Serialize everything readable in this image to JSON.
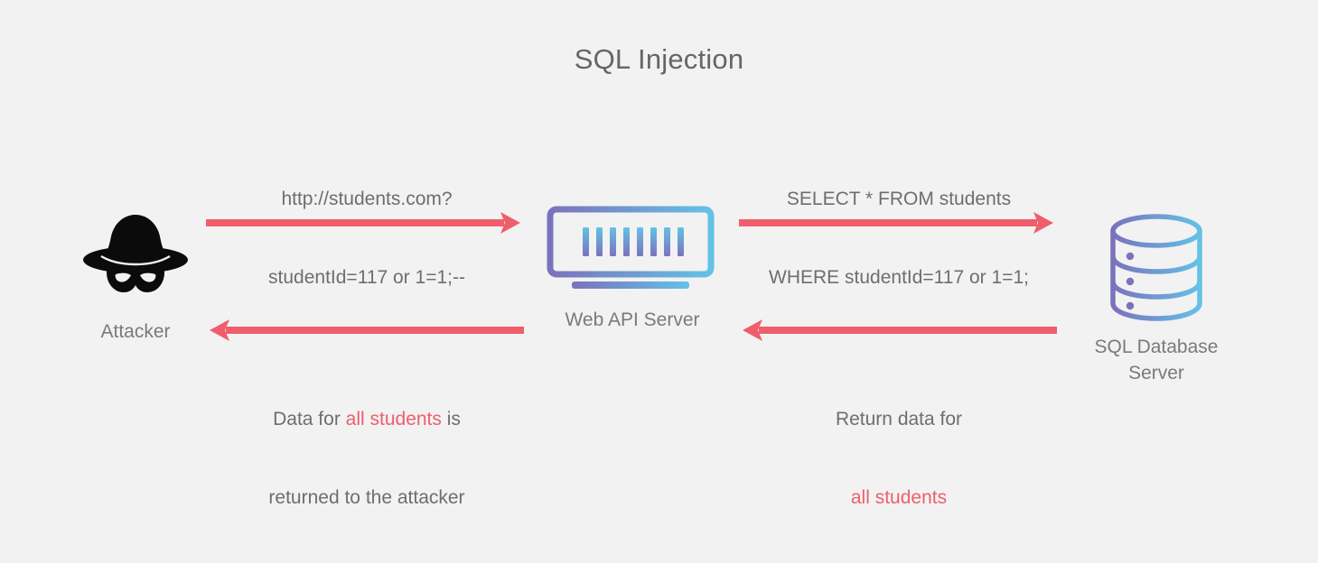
{
  "diagram": {
    "title": "SQL Injection",
    "background_color": "#f2f2f2",
    "text_color": "#6e6e6e",
    "accent_color": "#ef5e6c",
    "gradient_start": "#7b72bd",
    "gradient_end": "#63c2e5"
  },
  "nodes": {
    "attacker": {
      "caption": "Attacker",
      "icon": "attacker-hat-mask-icon"
    },
    "server": {
      "caption": "Web API Server",
      "icon": "web-api-server-icon"
    },
    "database": {
      "caption": "SQL Database\nServer",
      "icon": "sql-database-cylinder-icon"
    }
  },
  "flows": [
    {
      "id": "request",
      "direction": "right",
      "from": "attacker",
      "to": "server",
      "position": "top",
      "line1": "http://students.com?",
      "line2": "studentId=117 or 1=1;--",
      "arrow_color": "#ef5e6c"
    },
    {
      "id": "query",
      "direction": "right",
      "from": "server",
      "to": "database",
      "position": "top",
      "line1": "SELECT * FROM students",
      "line2": "WHERE studentId=117 or 1=1;",
      "arrow_color": "#ef5e6c"
    },
    {
      "id": "response",
      "direction": "left",
      "from": "server",
      "to": "attacker",
      "position": "bottom",
      "line1_pre": "Data for ",
      "line1_highlight": "all students",
      "line1_post": " is",
      "line2": "returned to the attacker",
      "arrow_color": "#ef5e6c"
    },
    {
      "id": "return",
      "direction": "left",
      "from": "database",
      "to": "server",
      "position": "bottom",
      "line1": "Return data for",
      "line2_highlight": "all students",
      "arrow_color": "#ef5e6c"
    }
  ]
}
